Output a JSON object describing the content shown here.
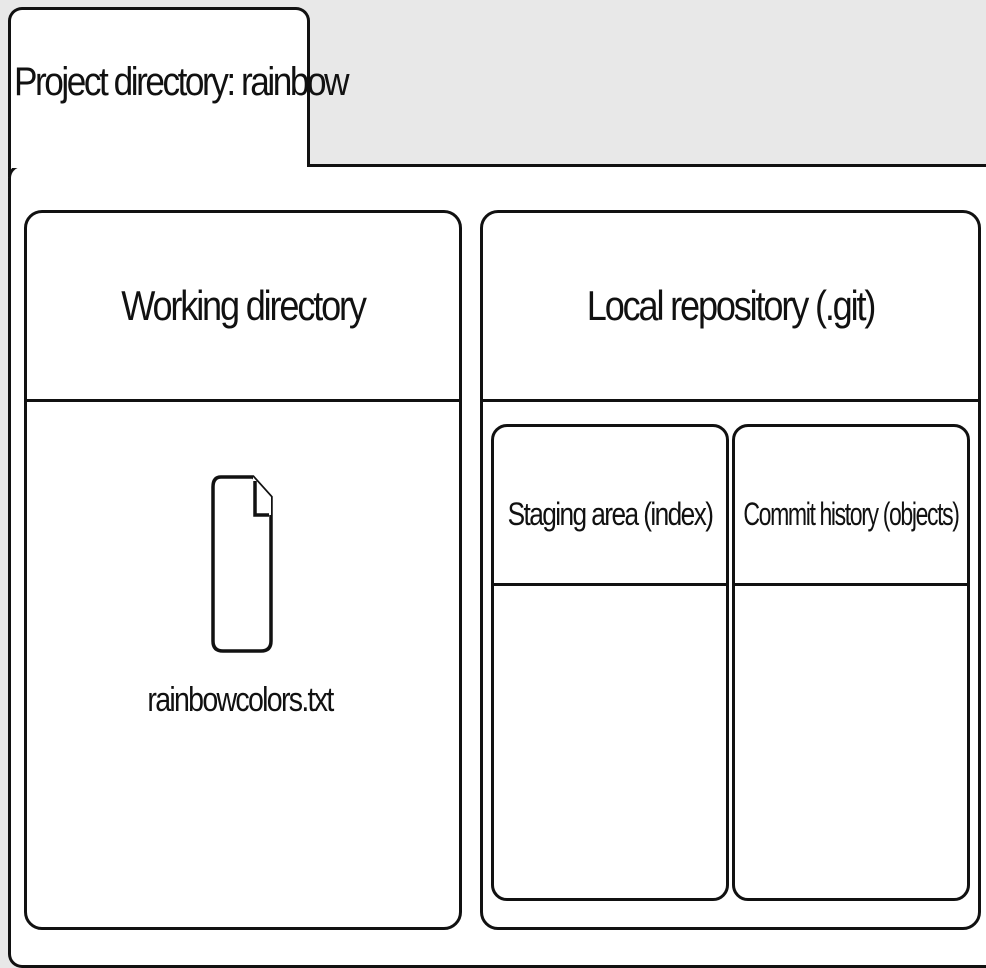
{
  "project": {
    "tab_label": "Project directory: rainbow"
  },
  "working_directory": {
    "title": "Working directory",
    "file_icon": "file-icon",
    "file_name": "rainbowcolors.txt"
  },
  "local_repository": {
    "title": "Local repository (.git)",
    "staging_area": {
      "title": "Staging area (index)"
    },
    "commit_history": {
      "title": "Commit history (objects)"
    }
  }
}
